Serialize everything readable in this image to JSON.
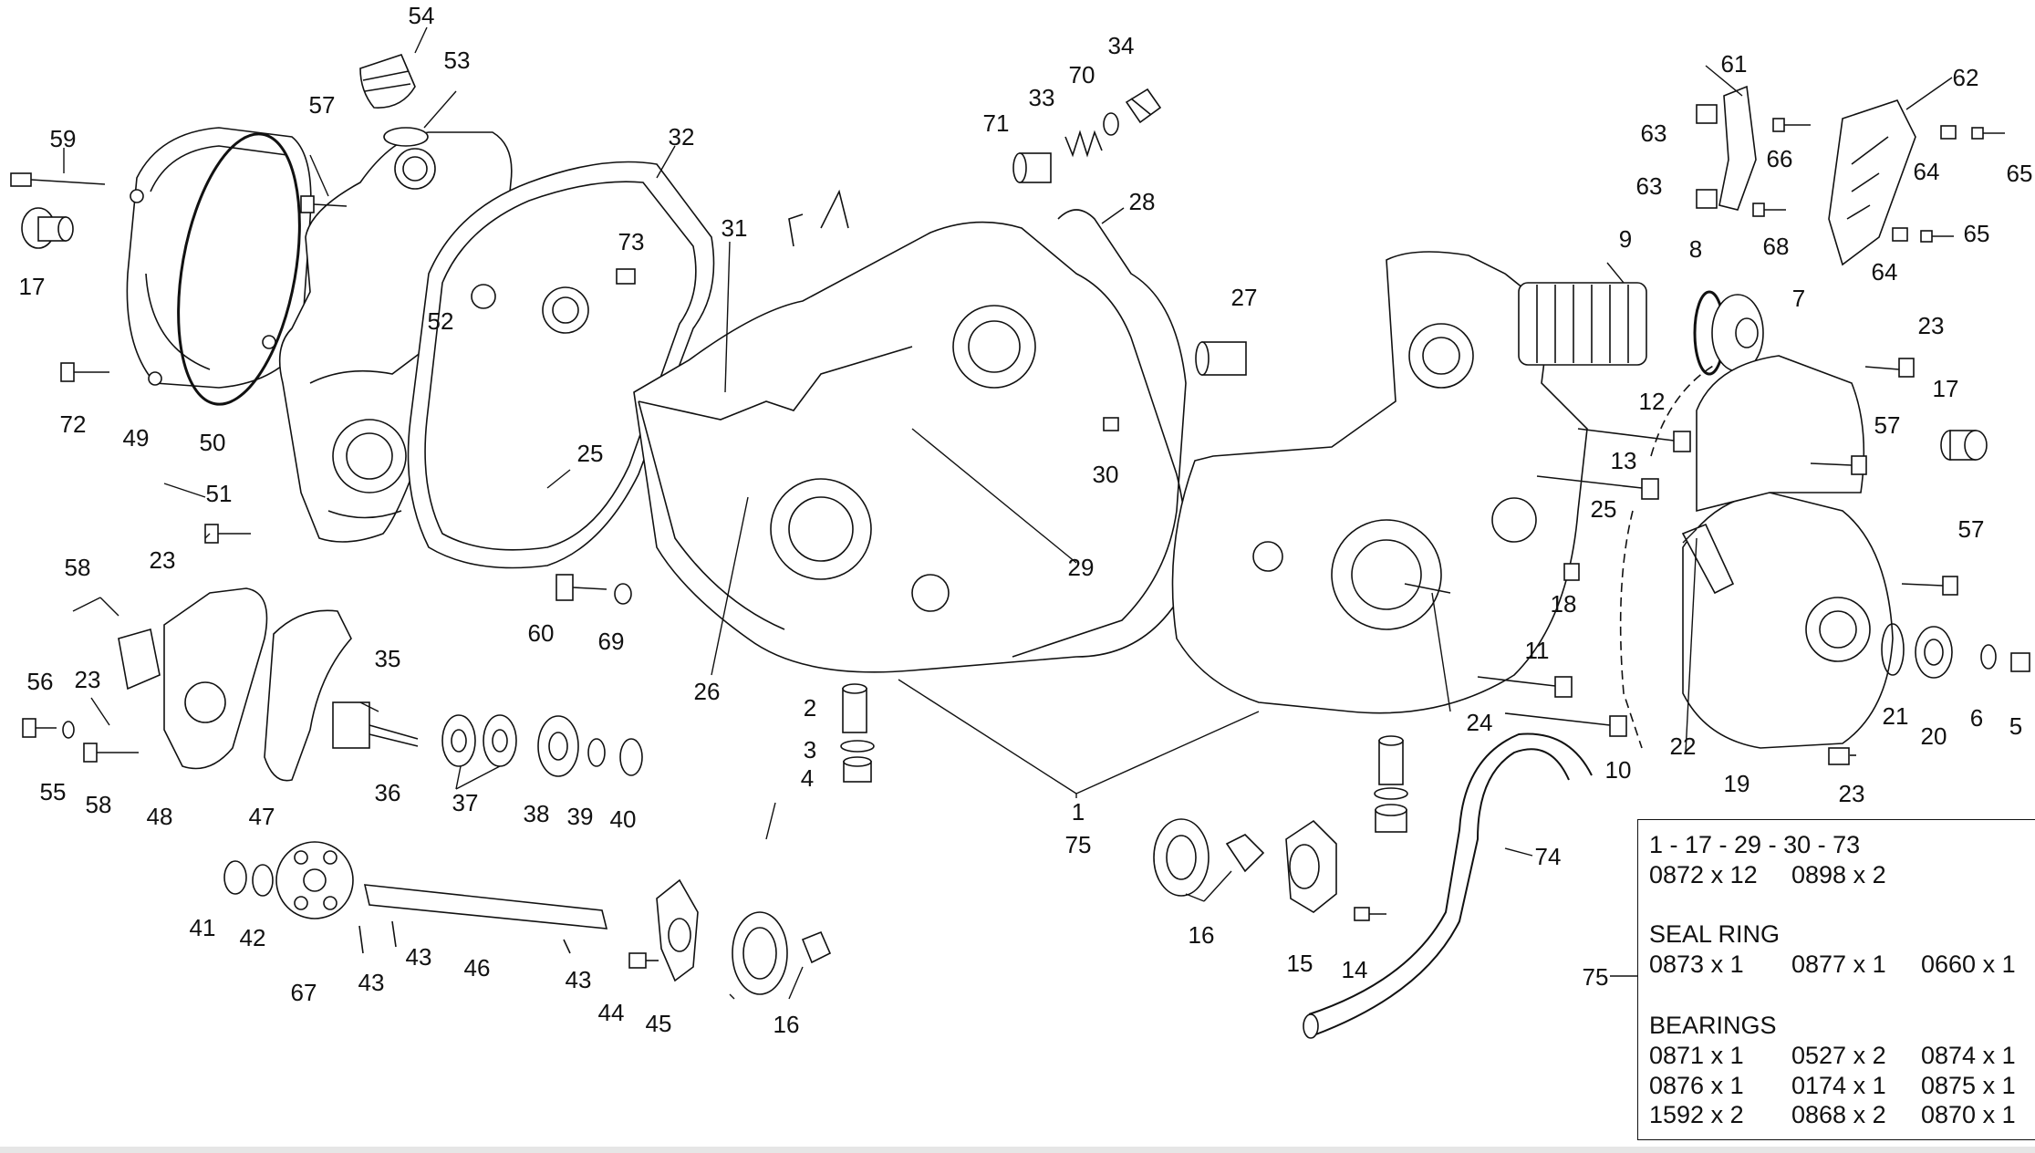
{
  "labels": [
    "1",
    "2",
    "3",
    "4",
    "5",
    "6",
    "7",
    "8",
    "9",
    "10",
    "11",
    "12",
    "13",
    "14",
    "15",
    "16",
    "16",
    "17",
    "17",
    "18",
    "20",
    "21",
    "22",
    "23",
    "23",
    "23",
    "23",
    "24",
    "25",
    "25",
    "26",
    "27",
    "28",
    "29",
    "30",
    "31",
    "32",
    "33",
    "34",
    "35",
    "36",
    "37",
    "38",
    "39",
    "40",
    "41",
    "42",
    "43",
    "43",
    "43",
    "44",
    "45",
    "46",
    "47",
    "48",
    "49",
    "50",
    "51",
    "52",
    "53",
    "54",
    "55",
    "56",
    "57",
    "57",
    "57",
    "58",
    "58",
    "59",
    "60",
    "61",
    "62",
    "63",
    "63",
    "64",
    "64",
    "65",
    "65",
    "66",
    "67",
    "68",
    "69",
    "70",
    "71",
    "72",
    "73",
    "74",
    "75",
    "75",
    "19"
  ],
  "kit": {
    "group_parts": "1 - 17 - 29 - 30 - 73",
    "group_rows": [
      [
        "0872 x 12",
        "0898 x 2"
      ]
    ],
    "seal_heading": "SEAL RING",
    "seal_rows": [
      [
        "0873 x 1",
        "0877 x 1",
        "0660 x 1"
      ]
    ],
    "bearing_heading": "BEARINGS",
    "bearing_rows": [
      [
        "0871 x 1",
        "0527 x 2",
        "0874 x 1"
      ],
      [
        "0876 x 1",
        "0174 x 1",
        "0875 x 1"
      ],
      [
        "1592 x 2",
        "0868 x 2",
        "0870 x 1"
      ]
    ]
  },
  "kit_ref": "75"
}
